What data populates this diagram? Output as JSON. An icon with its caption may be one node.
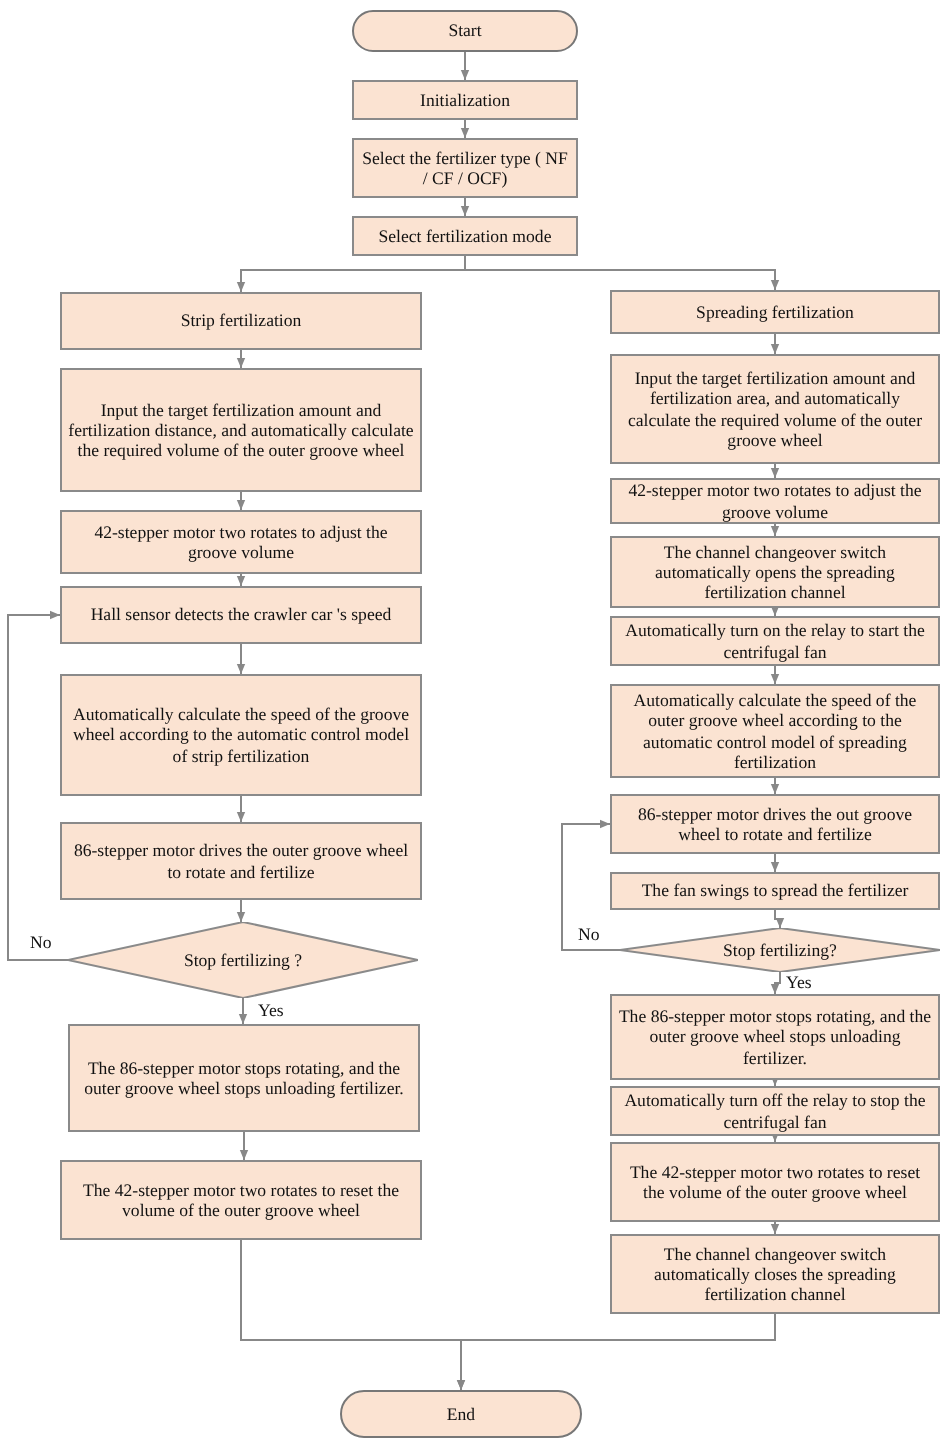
{
  "diagram": {
    "nodes": [
      {
        "text": [
          "Start"
        ]
      },
      {
        "text": [
          "Initialization"
        ]
      },
      {
        "text": [
          "Select the fertilizer type ( NF / CF / OCF)"
        ]
      },
      {
        "text": [
          "Select fertilization mode"
        ]
      },
      {
        "text": [
          "Strip fertilization"
        ]
      },
      {
        "text": [
          "Input the target fertilization amount and fertilization distance, and automatically calculate the required volume of the outer groove wheel"
        ]
      },
      {
        "text": [
          "42-stepper motor two rotates to adjust the groove volume"
        ]
      },
      {
        "text": [
          "Hall sensor detects the crawler car 's speed"
        ]
      },
      {
        "text": [
          "Automatically calculate the speed of the groove wheel according to the automatic control model of strip fertilization"
        ]
      },
      {
        "text": [
          "86-stepper motor drives the outer groove wheel to rotate and fertilize"
        ]
      },
      {
        "text": [
          "Stop fertilizing ?"
        ]
      },
      {
        "text": [
          "The 86-stepper motor stops rotating, and the outer groove wheel stops unloading fertilizer."
        ]
      },
      {
        "text": [
          "The 42-stepper motor two rotates to reset the volume of the outer groove wheel"
        ]
      },
      {
        "text": [
          "End"
        ]
      },
      {
        "text": [
          "Spreading fertilization"
        ]
      },
      {
        "text": [
          "Input the target fertilization amount and fertilization area, and automatically calculate the required volume of the outer groove wheel"
        ]
      },
      {
        "text": [
          "42-stepper motor two rotates to adjust the groove volume"
        ]
      },
      {
        "text": [
          "The channel changeover switch automatically opens the spreading fertilization channel"
        ]
      },
      {
        "text": [
          "Automatically turn on the relay to start the centrifugal fan"
        ]
      },
      {
        "text": [
          "Automatically calculate the speed of the outer groove wheel according to the automatic control model of spreading fertilization"
        ]
      },
      {
        "text": [
          "86-stepper motor drives the out groove wheel to rotate and fertilize"
        ]
      },
      {
        "text": [
          "The fan swings to spread the fertilizer"
        ]
      },
      {
        "text": [
          "Stop fertilizing?"
        ]
      },
      {
        "text": [
          "The 86-stepper motor stops rotating, and the outer groove wheel stops unloading fertilizer."
        ]
      },
      {
        "text": [
          "Automatically turn off the relay to stop the centrifugal fan"
        ]
      },
      {
        "text": [
          "The 42-stepper motor two rotates to reset the volume of the outer groove wheel"
        ]
      },
      {
        "text": [
          "The channel changeover switch automatically closes the spreading fertilization channel"
        ]
      }
    ],
    "edges": [
      {
        "from": 0,
        "to": 1,
        "arrow": "to"
      },
      {
        "from": 1,
        "to": 2,
        "arrow": "to"
      },
      {
        "from": 2,
        "to": 3,
        "arrow": "to"
      },
      {
        "from": 3,
        "to": 4,
        "arrow": "to"
      },
      {
        "from": 3,
        "to": 14,
        "arrow": "to"
      },
      {
        "from": 4,
        "to": 5,
        "arrow": "to"
      },
      {
        "from": 5,
        "to": 6,
        "arrow": "to"
      },
      {
        "from": 6,
        "to": 7,
        "arrow": "to"
      },
      {
        "from": 7,
        "to": 8,
        "arrow": "to"
      },
      {
        "from": 8,
        "to": 9,
        "arrow": "to"
      },
      {
        "from": 9,
        "to": 10,
        "arrow": "to"
      },
      {
        "from": 10,
        "to": 11,
        "arrow": "to",
        "label": "Yes"
      },
      {
        "from": 10,
        "to": 7,
        "arrow": "to",
        "label": "No"
      },
      {
        "from": 11,
        "to": 12,
        "arrow": "to"
      },
      {
        "from": 12,
        "to": 13,
        "arrow": "to"
      },
      {
        "from": 14,
        "to": 15,
        "arrow": "to"
      },
      {
        "from": 15,
        "to": 16,
        "arrow": "to"
      },
      {
        "from": 16,
        "to": 17,
        "arrow": "to"
      },
      {
        "from": 17,
        "to": 18,
        "arrow": "to"
      },
      {
        "from": 18,
        "to": 19,
        "arrow": "to"
      },
      {
        "from": 19,
        "to": 20,
        "arrow": "to"
      },
      {
        "from": 20,
        "to": 21,
        "arrow": "to"
      },
      {
        "from": 21,
        "to": 22,
        "arrow": "to"
      },
      {
        "from": 22,
        "to": 23,
        "arrow": "to",
        "label": "Yes"
      },
      {
        "from": 22,
        "to": 20,
        "arrow": "to",
        "label": "No"
      },
      {
        "from": 23,
        "to": 24,
        "arrow": "to"
      },
      {
        "from": 24,
        "to": 25,
        "arrow": "to"
      },
      {
        "from": 25,
        "to": 26,
        "arrow": "to"
      },
      {
        "from": 26,
        "to": 13,
        "arrow": "to"
      }
    ]
  }
}
